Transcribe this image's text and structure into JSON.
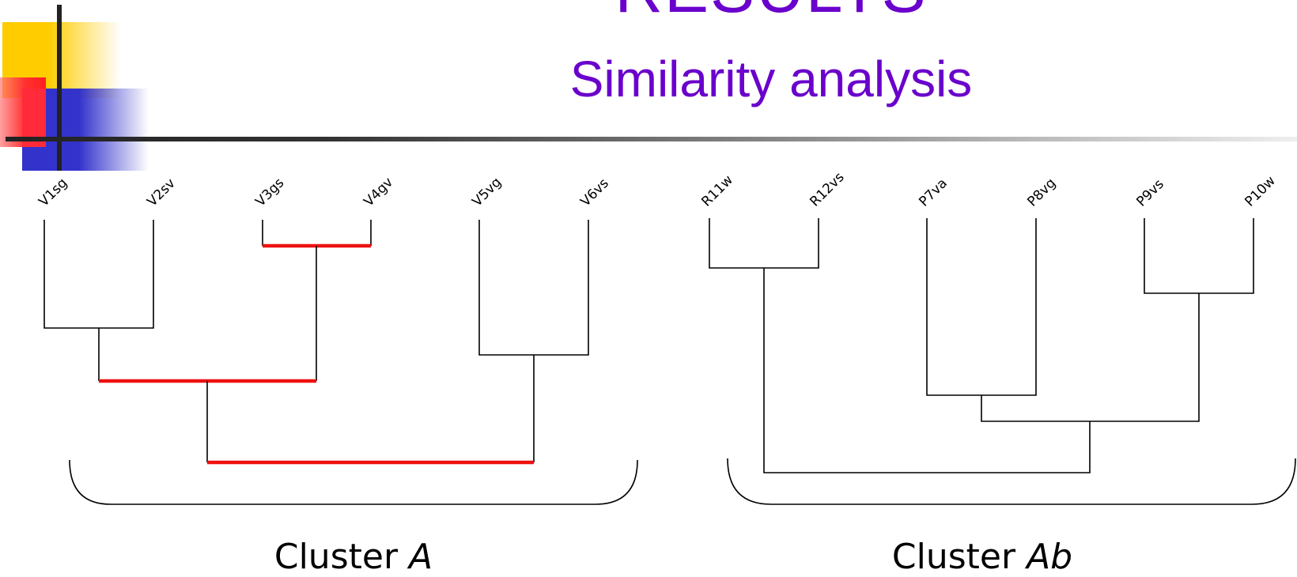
{
  "slide": {
    "title": "RESULTS",
    "subtitle": "Similarity analysis"
  },
  "dendrogram_a": {
    "leaves": [
      "V1sg",
      "V2sv",
      "V3gs",
      "V4gv",
      "V5vg",
      "V6vs"
    ],
    "cluster_prefix": "Cluster ",
    "cluster_name": "A",
    "highlight_color": "#ee1111"
  },
  "dendrogram_b": {
    "leaves": [
      "R11w",
      "R12vs",
      "P7va",
      "P8vg",
      "P9vs",
      "P10w"
    ],
    "cluster_prefix": "Cluster ",
    "cluster_name": "Ab"
  },
  "colors": {
    "title": "#6a00cc",
    "highlight": "#ee1111",
    "line": "#000000"
  }
}
